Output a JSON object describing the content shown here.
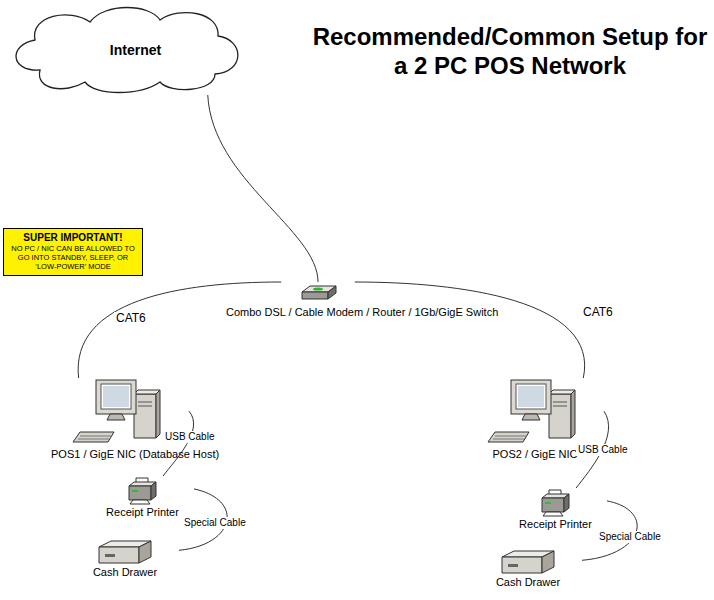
{
  "diagram": {
    "title": "Recommended/Common Setup for a 2 PC POS Network",
    "nodes": [
      {
        "text": [
          "Internet"
        ]
      },
      {
        "text": [
          "SUPER IMPORTANT!",
          "NO PC / NIC CAN BE ALLOWED TO GO INTO STANDBY, SLEEP, OR ‘LOW-POWER’ MODE"
        ]
      },
      {
        "text": [
          "Combo DSL / Cable Modem / Router / 1Gb/GigE Switch"
        ]
      },
      {
        "text": [
          "POS1 / GigE NIC (Database Host)"
        ]
      },
      {
        "text": [
          "Receipt Printer"
        ]
      },
      {
        "text": [
          "Cash Drawer"
        ]
      },
      {
        "text": [
          "POS2 / GigE NIC"
        ]
      },
      {
        "text": [
          "Receipt Printer"
        ]
      },
      {
        "text": [
          "Cash Drawer"
        ]
      }
    ],
    "edges": [
      {
        "from": 0,
        "to": 2,
        "arrow": "none"
      },
      {
        "from": 2,
        "to": 3,
        "label": "CAT6",
        "arrow": "none"
      },
      {
        "from": 2,
        "to": 6,
        "label": "CAT6",
        "arrow": "none"
      },
      {
        "from": 3,
        "to": 4,
        "label": "USB Cable",
        "arrow": "none"
      },
      {
        "from": 4,
        "to": 5,
        "label": "Special Cable",
        "arrow": "none"
      },
      {
        "from": 6,
        "to": 7,
        "label": "USB Cable",
        "arrow": "none"
      },
      {
        "from": 7,
        "to": 8,
        "label": "Special Cable",
        "arrow": "none"
      }
    ]
  }
}
